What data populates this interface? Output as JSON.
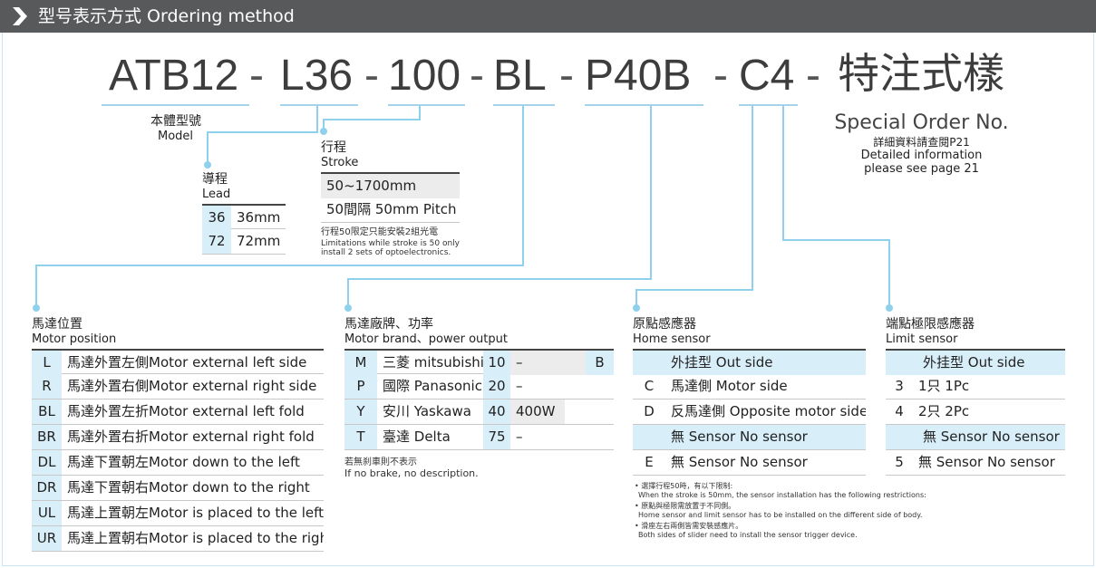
{
  "header": {
    "title": "型号表示方式 Ordering method"
  },
  "code": {
    "parts": [
      "ATB12",
      "L36",
      "100",
      "BL",
      "P40B",
      "C4",
      "特注式樣"
    ],
    "sep": "-"
  },
  "model": {
    "zh": "本體型號",
    "en": "Model"
  },
  "lead": {
    "zh": "導程",
    "en": "Lead",
    "rows": [
      {
        "k": "36",
        "v": "36mm"
      },
      {
        "k": "72",
        "v": "72mm"
      }
    ]
  },
  "stroke": {
    "zh": "行程",
    "en": "Stroke",
    "rows": [
      "50~1700mm",
      "50間隔 50mm Pitch"
    ],
    "note_zh": "行程50限定只能安裝2組光電",
    "note_en1": "Limitations while stroke is 50 only",
    "note_en2": "install 2 sets of optoelectronics."
  },
  "special": {
    "title": "Special Order No.",
    "l1": "詳細資料請查閱P21",
    "l2": "Detailed information",
    "l3": "please see page 21"
  },
  "motor_position": {
    "zh": "馬達位置",
    "en": "Motor position",
    "rows": [
      {
        "k": "L",
        "v": "馬達外置左側Motor external left side"
      },
      {
        "k": "R",
        "v": "馬達外置右側Motor external right side"
      },
      {
        "k": "BL",
        "v": "馬達外置左折Motor external left fold"
      },
      {
        "k": "BR",
        "v": "馬達外置右折Motor external right fold"
      },
      {
        "k": "DL",
        "v": "馬達下置朝左Motor down to the left"
      },
      {
        "k": "DR",
        "v": "馬達下置朝右Motor down to the right"
      },
      {
        "k": "UL",
        "v": "馬達上置朝左Motor is placed to the left"
      },
      {
        "k": "UR",
        "v": "馬達上置朝右Motor is placed to the right"
      }
    ]
  },
  "motor_brand": {
    "zh": "馬達廠牌、功率",
    "en": "Motor brand、power output",
    "rows": [
      {
        "k": "M",
        "v": "三菱 mitsubishi",
        "p": "10",
        "w": "–",
        "b": "B"
      },
      {
        "k": "P",
        "v": "國際 Panasonic",
        "p": "20",
        "w": "–",
        "b": ""
      },
      {
        "k": "Y",
        "v": "安川 Yaskawa",
        "p": "40",
        "w": "400W",
        "b": ""
      },
      {
        "k": "T",
        "v": "臺達 Delta",
        "p": "75",
        "w": "–",
        "b": ""
      }
    ],
    "note_zh": "若無刹車則不表示",
    "note_en": "If no brake, no description."
  },
  "home_sensor": {
    "zh": "原點感應器",
    "en": "Home sensor",
    "rows": [
      {
        "k": "",
        "v": "外挂型 Out side"
      },
      {
        "k": "C",
        "v": "馬達側 Motor side"
      },
      {
        "k": "D",
        "v": "反馬達側 Opposite motor side"
      },
      {
        "k": "",
        "v": "無 Sensor No sensor"
      },
      {
        "k": "E",
        "v": "無 Sensor No sensor"
      }
    ],
    "notes": [
      "• 選擇行程50時，有以下限制:",
      "When the stroke is 50mm, the sensor installation has the following restrictions:",
      "• 原點與極限需放置于不同側。",
      "Home sensor and limit sensor has to be installed on the different side of body.",
      "• 滑座左右兩側皆需安裝感應片。",
      "Both sides of slider need to install the sensor trigger device."
    ]
  },
  "limit_sensor": {
    "zh": "端點極限感應器",
    "en": "Limit sensor",
    "rows": [
      {
        "k": "",
        "v": "外挂型 Out side"
      },
      {
        "k": "3",
        "v": "1只 1Pc"
      },
      {
        "k": "4",
        "v": "2只 2Pc"
      },
      {
        "k": "",
        "v": "無 Sensor No sensor"
      },
      {
        "k": "5",
        "v": "無 Sensor No sensor"
      }
    ]
  },
  "colors": {
    "accent": "#7ec8e8",
    "header_bg": "#58595b",
    "key_bg": "#d8eef9"
  }
}
